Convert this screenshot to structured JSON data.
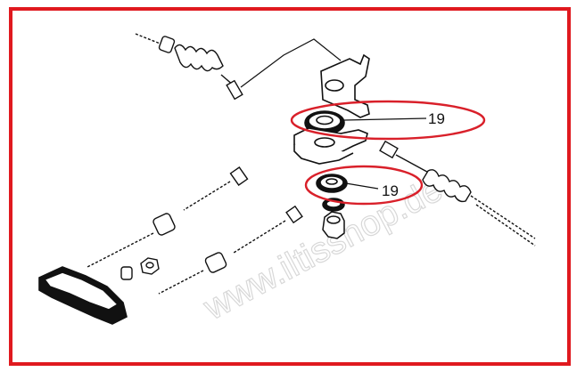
{
  "diagram": {
    "callouts": [
      {
        "label": "19"
      },
      {
        "label": "19"
      }
    ],
    "watermark": "www.iltisshop.de",
    "colors": {
      "frame": "#e0191f",
      "highlight": "#d9202a",
      "line": "#111111",
      "watermark": "#d8d8d8"
    }
  }
}
